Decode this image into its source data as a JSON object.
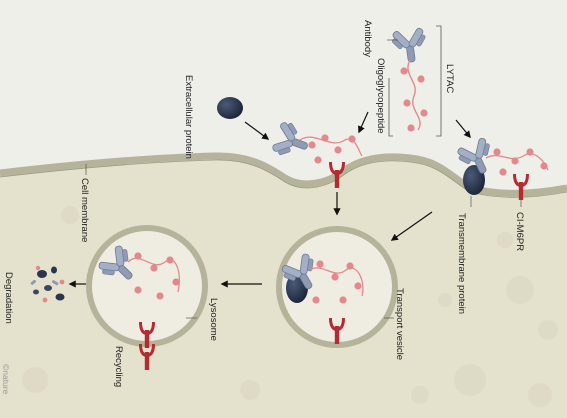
{
  "labels": {
    "antibody": "Antibody",
    "oligoglycopeptide": "Oligoglycopeptide",
    "lytac": "LYTAC",
    "extracellular_protein": "Extracellular protein",
    "cell_membrane": "Cell membrane",
    "transmembrane_protein": "Transmembrane protein",
    "ci_m6pr": "CI-M6PR",
    "transport_vesicle": "Transport vesicle",
    "lysosome": "Lysosome",
    "recycling": "Recycling",
    "degradation": "Degradation",
    "credit": "©nature"
  },
  "colors": {
    "background": "#efefea",
    "cell": "#e4e1cc",
    "membrane": "#b6b39b",
    "vesicle_fill": "#efede2",
    "antibody": "#8e9bb3",
    "receptor": "#b42b31",
    "protein": "#223046",
    "glycan": "#e4888c"
  }
}
